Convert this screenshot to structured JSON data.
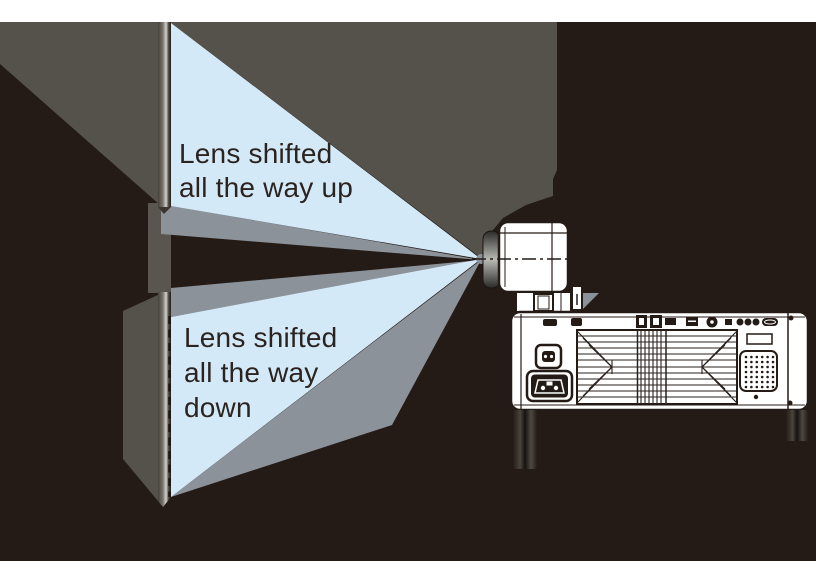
{
  "diagram": {
    "description": "Projector lens shift range illustration",
    "labels": {
      "lens_up": [
        "Lens shifted",
        "all the way up"
      ],
      "lens_down": [
        "Lens shifted",
        "all the way",
        "down"
      ]
    },
    "colors": {
      "page": "#ffffff",
      "background": "#251b16",
      "beam": "#d4e9f7",
      "wall_gray": "#55514b",
      "beam_side_gray": "#8b929a",
      "outline": "#241b16"
    }
  }
}
